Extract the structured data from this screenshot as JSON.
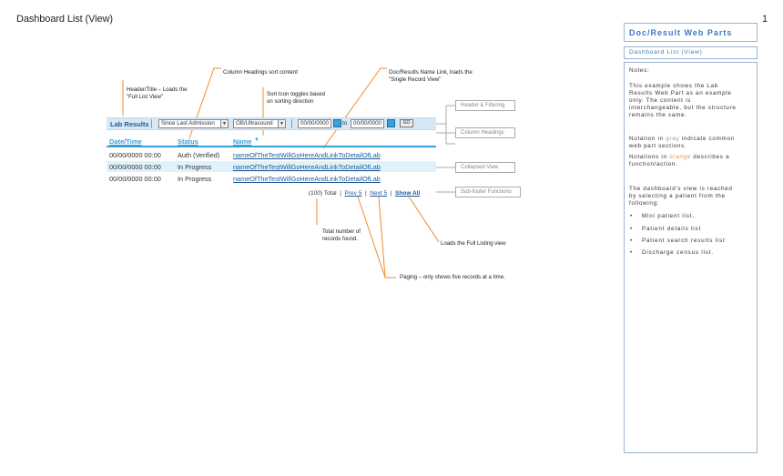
{
  "page": {
    "title": "Dashboard List (View)",
    "number": "1"
  },
  "side": {
    "title": "Doc/Result Web Parts",
    "subtitle": "Dashboard List (View)",
    "notes_label": "Notes:",
    "note1": [
      "This example shows the Lab",
      "Results Web Part as an example",
      "only. The content is",
      "interchangeable, but the structure",
      "remains the same."
    ],
    "note2_pre": "Notation in ",
    "note2_gray": "gray",
    "note2_post": " indicate common",
    "note2_line2": "web part sections.",
    "note3_pre": "Notations in ",
    "note3_orange": "orange",
    "note3_post": " describes a",
    "note3_line2": "function/action.",
    "note4": [
      "The dashboard's view is reached",
      "by selecting a patient from the",
      "following:"
    ],
    "bullets": [
      "Mini patient list,",
      "Patient details list",
      "Patient search results list",
      "Discharge census list."
    ]
  },
  "webpart": {
    "title": "Lab Results",
    "filter1": "Since Last Admission",
    "filter2": "OB/Ultrasound",
    "date_from": "00/00/0000",
    "to_label": "to",
    "date_to": "00/00/0000",
    "go_label": "GO",
    "columns": [
      "Date/Time",
      "Status",
      "Name"
    ],
    "rows": [
      {
        "date": "00/00/0000 00:00",
        "status": "Auth (Verified)",
        "name": "nameOfTheTestWillGoHereAndLinkToDetailOfLab"
      },
      {
        "date": "00/00/0000 00:00",
        "status": "In Progress",
        "name": "nameOfTheTestWillGoHereAndLinkToDetailOfLab"
      },
      {
        "date": "00/00/0000 00:00",
        "status": "In Progress",
        "name": "nameOfTheTestWillGoHereAndLinkToDetailOfLab"
      }
    ],
    "footer": {
      "total": "(100) Total",
      "sep": "|",
      "prev": "Prev 5",
      "next": "Next 5",
      "show_all": "Show All"
    }
  },
  "annotations": {
    "header_title": [
      "Header/Title – Loads the",
      "\"Full List View\""
    ],
    "column_headings": "Column Headings sort content",
    "sort_icon": [
      "Sort Icon toggles based",
      "on sorting direction"
    ],
    "doc_link": [
      "Doc/Results Name Link, loads the",
      "\"Single Record View\""
    ],
    "total_records": [
      "Total number of",
      "records found."
    ],
    "loads_full": "Loads the Full Listing view",
    "paging": "Paging – only shows five records at a time.",
    "sections": {
      "header_filtering": "Header & Filtering",
      "column_headings": "Column Headings",
      "collapsed_view": "Collapsed View",
      "subfooter": "Sub-footer Functions"
    }
  },
  "colors": {
    "annotation_orange": "#f08c2a",
    "accent_blue": "#3aa0d8",
    "link_blue": "#1e5a99"
  }
}
